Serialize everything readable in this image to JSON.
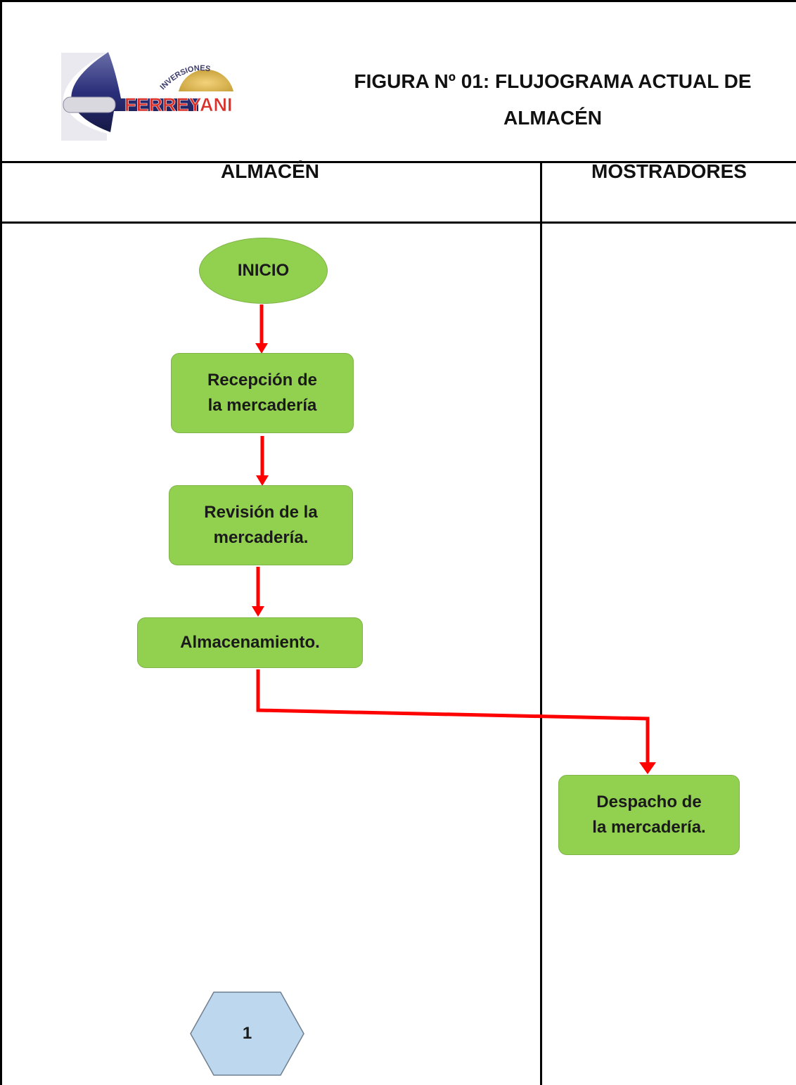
{
  "header": {
    "title_line1": "FIGURA Nº 01: FLUJOGRAMA ACTUAL DE",
    "title_line2": "ALMACÉN",
    "logo_text": "FERREYANI",
    "logo_arc_text": "INVERSIONES"
  },
  "lanes": {
    "left": "ALMACÉN",
    "right": "MOSTRADORES"
  },
  "nodes": {
    "start": "INICIO",
    "reception": [
      "Recepción de",
      "la mercadería"
    ],
    "revision": [
      "Revisión de la",
      "mercadería."
    ],
    "storage": "Almacenamiento.",
    "dispatch": [
      "Despacho de",
      "la mercadería."
    ],
    "connector": "1"
  },
  "colors": {
    "process_fill": "#92d050",
    "connector_fill": "#bdd7ee",
    "arrow": "#ff0000"
  }
}
